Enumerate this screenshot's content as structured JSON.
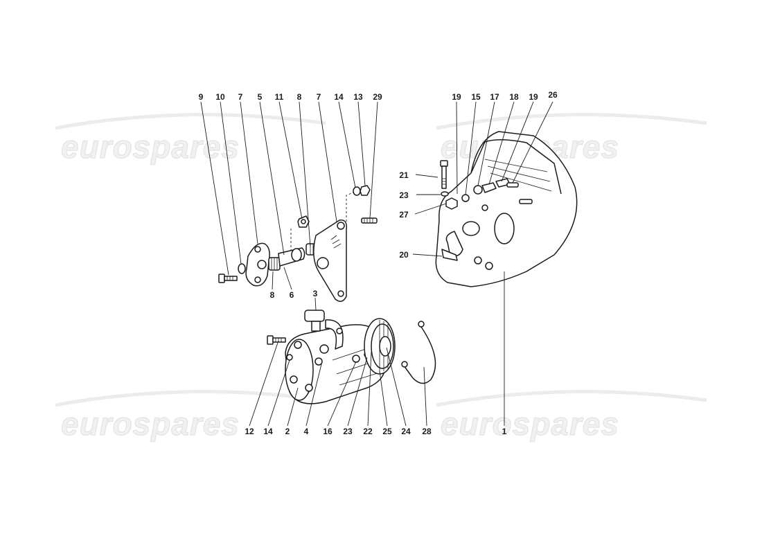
{
  "watermark": {
    "text": "eurospares",
    "color": "#e6e6e6"
  },
  "diagram": {
    "line_color": "#1a1a1a",
    "background": "#ffffff",
    "callouts": [
      {
        "id": "c9",
        "label": "9"
      },
      {
        "id": "c10",
        "label": "10"
      },
      {
        "id": "c7a",
        "label": "7"
      },
      {
        "id": "c5",
        "label": "5"
      },
      {
        "id": "c11",
        "label": "11"
      },
      {
        "id": "c8a",
        "label": "8"
      },
      {
        "id": "c7b",
        "label": "7"
      },
      {
        "id": "c14a",
        "label": "14"
      },
      {
        "id": "c13",
        "label": "13"
      },
      {
        "id": "c29",
        "label": "29"
      },
      {
        "id": "c8b",
        "label": "8"
      },
      {
        "id": "c6",
        "label": "6"
      },
      {
        "id": "c3",
        "label": "3"
      },
      {
        "id": "c12",
        "label": "12"
      },
      {
        "id": "c14b",
        "label": "14"
      },
      {
        "id": "c2",
        "label": "2"
      },
      {
        "id": "c4",
        "label": "4"
      },
      {
        "id": "c16",
        "label": "16"
      },
      {
        "id": "c23a",
        "label": "23"
      },
      {
        "id": "c22",
        "label": "22"
      },
      {
        "id": "c25",
        "label": "25"
      },
      {
        "id": "c24",
        "label": "24"
      },
      {
        "id": "c28",
        "label": "28"
      },
      {
        "id": "c1",
        "label": "1"
      },
      {
        "id": "c19a",
        "label": "19"
      },
      {
        "id": "c15",
        "label": "15"
      },
      {
        "id": "c17",
        "label": "17"
      },
      {
        "id": "c18",
        "label": "18"
      },
      {
        "id": "c19b",
        "label": "19"
      },
      {
        "id": "c26",
        "label": "26"
      },
      {
        "id": "c21",
        "label": "21"
      },
      {
        "id": "c23b",
        "label": "23"
      },
      {
        "id": "c27",
        "label": "27"
      },
      {
        "id": "c20",
        "label": "20"
      }
    ]
  }
}
